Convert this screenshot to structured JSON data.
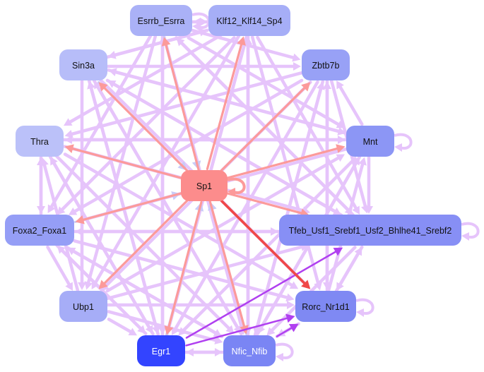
{
  "graph": {
    "title": "Transcription factor regulatory network",
    "nodes": [
      {
        "id": "esrrb",
        "label": "Esrrb_Esrra",
        "fill": "#aab1f7",
        "text": "#111111",
        "self_loop": true
      },
      {
        "id": "klf",
        "label": "Klf12_Klf14_Sp4",
        "fill": "#a6aef7",
        "text": "#111111",
        "self_loop": false
      },
      {
        "id": "sin3a",
        "label": "Sin3a",
        "fill": "#b7bdf9",
        "text": "#111111",
        "self_loop": false
      },
      {
        "id": "zbtb7b",
        "label": "Zbtb7b",
        "fill": "#98a1f6",
        "text": "#111111",
        "self_loop": false
      },
      {
        "id": "thra",
        "label": "Thra",
        "fill": "#bbc1f9",
        "text": "#111111",
        "self_loop": false
      },
      {
        "id": "mnt",
        "label": "Mnt",
        "fill": "#8c96f5",
        "text": "#111111",
        "self_loop": true
      },
      {
        "id": "sp1",
        "label": "Sp1",
        "fill": "#fc8c8c",
        "text": "#111111",
        "self_loop": true
      },
      {
        "id": "foxa",
        "label": "Foxa2_Foxa1",
        "fill": "#959ef6",
        "text": "#111111",
        "self_loop": false
      },
      {
        "id": "tfeb",
        "label": "Tfeb_Usf1_Srebf1_Usf2_Bhlhe41_Srebf2",
        "fill": "#878ff5",
        "text": "#111111",
        "self_loop": true
      },
      {
        "id": "ubp1",
        "label": "Ubp1",
        "fill": "#a6adf7",
        "text": "#111111",
        "self_loop": false
      },
      {
        "id": "rorc",
        "label": "Rorc_Nr1d1",
        "fill": "#7f89f3",
        "text": "#111111",
        "self_loop": true
      },
      {
        "id": "egr1",
        "label": "Egr1",
        "fill": "#3344ff",
        "text": "#ffffff",
        "self_loop": false
      },
      {
        "id": "nfic",
        "label": "Nfic_Nfib",
        "fill": "#7a85f4",
        "text": "#ffffff",
        "self_loop": true
      }
    ],
    "edge_colors": {
      "default": "#e6c4fb",
      "activation": "#fc9a9a",
      "repression": "#c9cbf7",
      "strong_activation": "#f04848",
      "highlight": "#b040f0"
    },
    "edges": [
      {
        "from": "sp1",
        "to": "esrrb",
        "type": "activation"
      },
      {
        "from": "sp1",
        "to": "klf",
        "type": "activation"
      },
      {
        "from": "sp1",
        "to": "sin3a",
        "type": "activation"
      },
      {
        "from": "sp1",
        "to": "zbtb7b",
        "type": "activation"
      },
      {
        "from": "sp1",
        "to": "thra",
        "type": "activation"
      },
      {
        "from": "sp1",
        "to": "mnt",
        "type": "activation"
      },
      {
        "from": "sp1",
        "to": "foxa",
        "type": "activation"
      },
      {
        "from": "sp1",
        "to": "tfeb",
        "type": "activation"
      },
      {
        "from": "sp1",
        "to": "ubp1",
        "type": "activation"
      },
      {
        "from": "sp1",
        "to": "rorc",
        "type": "strong_activation"
      },
      {
        "from": "sp1",
        "to": "egr1",
        "type": "activation"
      },
      {
        "from": "sp1",
        "to": "nfic",
        "type": "activation"
      },
      {
        "from": "esrrb",
        "to": "sp1",
        "type": "repression"
      },
      {
        "from": "sin3a",
        "to": "sp1",
        "type": "repression"
      },
      {
        "from": "foxa",
        "to": "sp1",
        "type": "repression"
      },
      {
        "from": "egr1",
        "to": "sp1",
        "type": "repression"
      },
      {
        "from": "nfic",
        "to": "sp1",
        "type": "repression"
      },
      {
        "from": "egr1",
        "to": "rorc",
        "type": "highlight"
      },
      {
        "from": "nfic",
        "to": "rorc",
        "type": "highlight"
      },
      {
        "from": "egr1",
        "to": "tfeb",
        "type": "highlight"
      },
      {
        "from": "esrrb",
        "to": "klf",
        "type": "default"
      },
      {
        "from": "klf",
        "to": "esrrb",
        "type": "default"
      },
      {
        "from": "esrrb",
        "to": "zbtb7b",
        "type": "default"
      },
      {
        "from": "esrrb",
        "to": "mnt",
        "type": "default"
      },
      {
        "from": "esrrb",
        "to": "tfeb",
        "type": "default"
      },
      {
        "from": "esrrb",
        "to": "ubp1",
        "type": "default"
      },
      {
        "from": "esrrb",
        "to": "egr1",
        "type": "default"
      },
      {
        "from": "esrrb",
        "to": "nfic",
        "type": "default"
      },
      {
        "from": "esrrb",
        "to": "foxa",
        "type": "default"
      },
      {
        "from": "klf",
        "to": "sin3a",
        "type": "default"
      },
      {
        "from": "klf",
        "to": "thra",
        "type": "default"
      },
      {
        "from": "klf",
        "to": "foxa",
        "type": "default"
      },
      {
        "from": "klf",
        "to": "ubp1",
        "type": "default"
      },
      {
        "from": "klf",
        "to": "egr1",
        "type": "default"
      },
      {
        "from": "klf",
        "to": "nfic",
        "type": "default"
      },
      {
        "from": "klf",
        "to": "tfeb",
        "type": "default"
      },
      {
        "from": "klf",
        "to": "rorc",
        "type": "default"
      },
      {
        "from": "sin3a",
        "to": "zbtb7b",
        "type": "default"
      },
      {
        "from": "sin3a",
        "to": "mnt",
        "type": "default"
      },
      {
        "from": "sin3a",
        "to": "tfeb",
        "type": "default"
      },
      {
        "from": "sin3a",
        "to": "rorc",
        "type": "default"
      },
      {
        "from": "sin3a",
        "to": "nfic",
        "type": "default"
      },
      {
        "from": "sin3a",
        "to": "egr1",
        "type": "default"
      },
      {
        "from": "sin3a",
        "to": "ubp1",
        "type": "default"
      },
      {
        "from": "sin3a",
        "to": "klf",
        "type": "default"
      },
      {
        "from": "zbtb7b",
        "to": "thra",
        "type": "default"
      },
      {
        "from": "zbtb7b",
        "to": "foxa",
        "type": "default"
      },
      {
        "from": "zbtb7b",
        "to": "ubp1",
        "type": "default"
      },
      {
        "from": "zbtb7b",
        "to": "egr1",
        "type": "default"
      },
      {
        "from": "zbtb7b",
        "to": "nfic",
        "type": "default"
      },
      {
        "from": "zbtb7b",
        "to": "tfeb",
        "type": "default"
      },
      {
        "from": "zbtb7b",
        "to": "rorc",
        "type": "default"
      },
      {
        "from": "mnt",
        "to": "zbtb7b",
        "type": "default"
      },
      {
        "from": "mnt",
        "to": "thra",
        "type": "default"
      },
      {
        "from": "mnt",
        "to": "foxa",
        "type": "default"
      },
      {
        "from": "mnt",
        "to": "sin3a",
        "type": "default"
      },
      {
        "from": "mnt",
        "to": "egr1",
        "type": "default"
      },
      {
        "from": "mnt",
        "to": "nfic",
        "type": "default"
      },
      {
        "from": "mnt",
        "to": "tfeb",
        "type": "default"
      },
      {
        "from": "thra",
        "to": "foxa",
        "type": "default"
      },
      {
        "from": "foxa",
        "to": "thra",
        "type": "default"
      },
      {
        "from": "thra",
        "to": "tfeb",
        "type": "default"
      },
      {
        "from": "thra",
        "to": "mnt",
        "type": "default"
      },
      {
        "from": "thra",
        "to": "nfic",
        "type": "default"
      },
      {
        "from": "thra",
        "to": "egr1",
        "type": "default"
      },
      {
        "from": "thra",
        "to": "rorc",
        "type": "default"
      },
      {
        "from": "foxa",
        "to": "tfeb",
        "type": "default"
      },
      {
        "from": "foxa",
        "to": "ubp1",
        "type": "default"
      },
      {
        "from": "foxa",
        "to": "egr1",
        "type": "default"
      },
      {
        "from": "foxa",
        "to": "nfic",
        "type": "default"
      },
      {
        "from": "foxa",
        "to": "rorc",
        "type": "default"
      },
      {
        "from": "tfeb",
        "to": "foxa",
        "type": "default"
      },
      {
        "from": "tfeb",
        "to": "rorc",
        "type": "default"
      },
      {
        "from": "rorc",
        "to": "tfeb",
        "type": "default"
      },
      {
        "from": "tfeb",
        "to": "esrrb",
        "type": "default"
      },
      {
        "from": "tfeb",
        "to": "sin3a",
        "type": "default"
      },
      {
        "from": "tfeb",
        "to": "nfic",
        "type": "default"
      },
      {
        "from": "ubp1",
        "to": "thra",
        "type": "default"
      },
      {
        "from": "ubp1",
        "to": "egr1",
        "type": "default"
      },
      {
        "from": "ubp1",
        "to": "nfic",
        "type": "default"
      },
      {
        "from": "ubp1",
        "to": "rorc",
        "type": "default"
      },
      {
        "from": "ubp1",
        "to": "tfeb",
        "type": "default"
      },
      {
        "from": "ubp1",
        "to": "mnt",
        "type": "default"
      },
      {
        "from": "rorc",
        "to": "nfic",
        "type": "default"
      },
      {
        "from": "nfic",
        "to": "rorc",
        "type": "default"
      },
      {
        "from": "rorc",
        "to": "mnt",
        "type": "default"
      },
      {
        "from": "rorc",
        "to": "zbtb7b",
        "type": "default"
      },
      {
        "from": "egr1",
        "to": "nfic",
        "type": "default"
      },
      {
        "from": "nfic",
        "to": "egr1",
        "type": "default"
      },
      {
        "from": "egr1",
        "to": "foxa",
        "type": "default"
      },
      {
        "from": "egr1",
        "to": "thra",
        "type": "default"
      },
      {
        "from": "egr1",
        "to": "sin3a",
        "type": "default"
      },
      {
        "from": "egr1",
        "to": "esrrb",
        "type": "default"
      },
      {
        "from": "egr1",
        "to": "klf",
        "type": "default"
      },
      {
        "from": "nfic",
        "to": "foxa",
        "type": "default"
      },
      {
        "from": "nfic",
        "to": "sin3a",
        "type": "default"
      },
      {
        "from": "nfic",
        "to": "zbtb7b",
        "type": "default"
      },
      {
        "from": "nfic",
        "to": "mnt",
        "type": "default"
      },
      {
        "from": "nfic",
        "to": "klf",
        "type": "default"
      }
    ]
  }
}
